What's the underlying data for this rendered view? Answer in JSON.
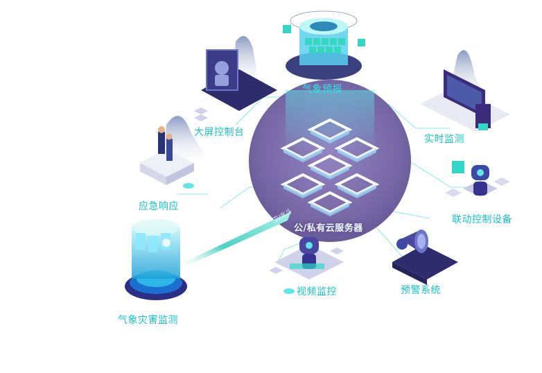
{
  "center": {
    "label": "公/私有云服务器",
    "link_tag": "卫/北斗"
  },
  "nodes": {
    "weather_forecast": "气象预报",
    "big_screen_console": "大屏控制台",
    "realtime_monitoring": "实时监测",
    "emergency_response": "应急响应",
    "linked_control_devices": "联动控制设备",
    "video_surveillance": "视频监控",
    "warning_system": "预警系统",
    "meteorological_disaster_monitoring": "气象灾害监测"
  },
  "colors": {
    "accent": "#15c3c9",
    "circle": "#6b5a9e",
    "server_white": "#ffffff",
    "device_purple": "#3b2b7a",
    "line": "#67e3e3"
  }
}
